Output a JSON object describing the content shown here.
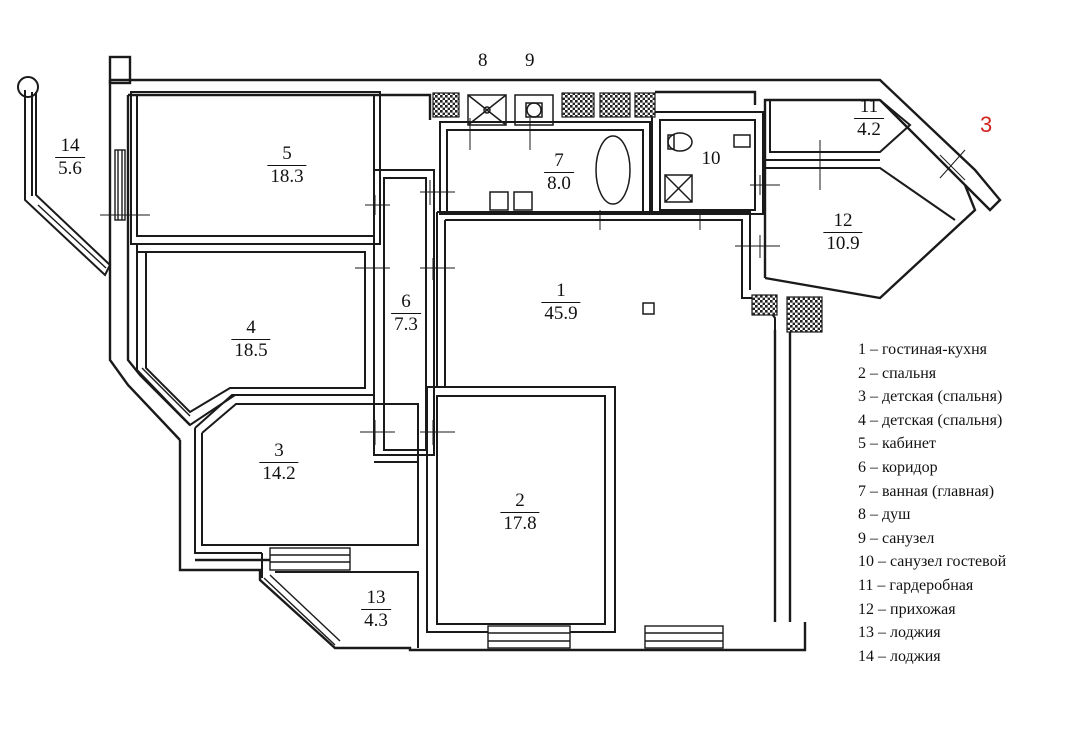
{
  "rooms": {
    "r1": {
      "num": "1",
      "area": "45.9"
    },
    "r2": {
      "num": "2",
      "area": "17.8"
    },
    "r3": {
      "num": "3",
      "area": "14.2"
    },
    "r4": {
      "num": "4",
      "area": "18.5"
    },
    "r5": {
      "num": "5",
      "area": "18.3"
    },
    "r6": {
      "num": "6",
      "area": "7.3"
    },
    "r7": {
      "num": "7",
      "area": "8.0"
    },
    "r10": {
      "num": "10"
    },
    "r11": {
      "num": "11",
      "area": "4.2"
    },
    "r12": {
      "num": "12",
      "area": "10.9"
    },
    "r13": {
      "num": "13",
      "area": "4.3"
    },
    "r14": {
      "num": "14",
      "area": "5.6"
    }
  },
  "markers": {
    "m8": "8",
    "m9": "9",
    "red": "3"
  },
  "legend": [
    "1 – гостиная-кухня",
    "2 – спальня",
    "3 – детская (спальня)",
    "4 – детская (спальня)",
    "5 – кабинет",
    "6 – коридор",
    "7 – ванная (главная)",
    "8 – душ",
    "9 – санузел",
    "10 – санузел гостевой",
    "11 – гардеробная",
    "12 – прихожая",
    "13 – лоджия",
    "14 – лоджия"
  ],
  "colors": {
    "wall": "#1a1a1a",
    "accent": "#d2231f",
    "background": "#ffffff"
  }
}
